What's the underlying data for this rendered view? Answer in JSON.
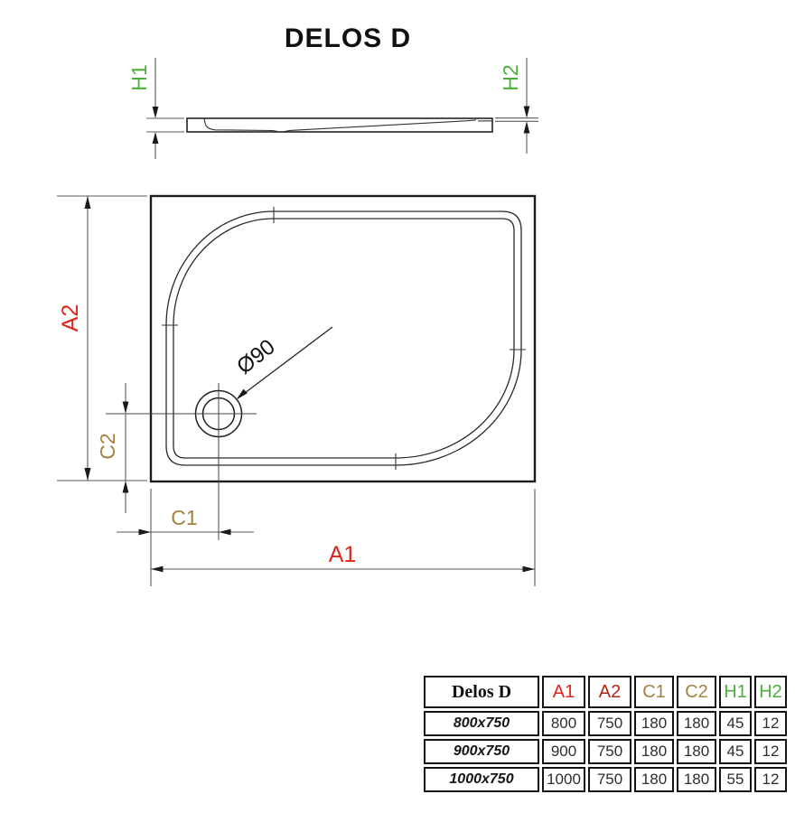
{
  "title": "DELOS D",
  "colors": {
    "dimension_red": "#e2231a",
    "table_a2_dark_red": "#b22318",
    "dimension_brown": "#a5813f",
    "dimension_green": "#4bb03a",
    "drawing_line": "#222222",
    "dim_line_gray": "#5a5a5a"
  },
  "side_view": {
    "h1_label": "H1",
    "h2_label": "H2"
  },
  "plan_view": {
    "a1_label": "A1",
    "a2_label": "A2",
    "c1_label": "C1",
    "c2_label": "C2",
    "drain_label": "Ø90"
  },
  "table": {
    "header_name": "Delos D",
    "columns": [
      {
        "label": "A1",
        "color": "#e2231a"
      },
      {
        "label": "A2",
        "color": "#b22318"
      },
      {
        "label": "C1",
        "color": "#a5813f"
      },
      {
        "label": "C2",
        "color": "#a5813f"
      },
      {
        "label": "H1",
        "color": "#4bb03a"
      },
      {
        "label": "H2",
        "color": "#4bb03a"
      }
    ],
    "rows": [
      {
        "size": "800x750",
        "values": [
          "800",
          "750",
          "180",
          "180",
          "45",
          "12"
        ]
      },
      {
        "size": "900x750",
        "values": [
          "900",
          "750",
          "180",
          "180",
          "45",
          "12"
        ]
      },
      {
        "size": "1000x750",
        "values": [
          "1000",
          "750",
          "180",
          "180",
          "55",
          "12"
        ]
      }
    ]
  }
}
